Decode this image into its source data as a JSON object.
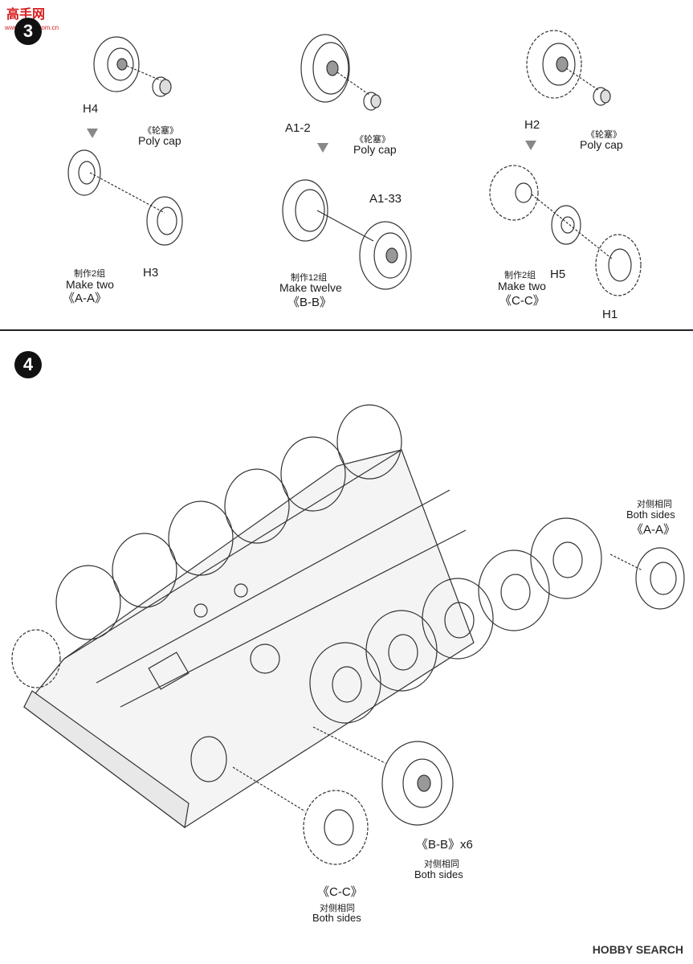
{
  "watermark": {
    "text": "高手网",
    "sub": "www.5ddm.com.cn"
  },
  "step3": {
    "number": "3",
    "group_a": {
      "part_top": "H4",
      "cap_cn": "《轮塞》",
      "cap_en": "Poly cap",
      "part_bottom": "H3",
      "make_cn": "制作2组",
      "make_en": "Make two",
      "tag": "《A-A》"
    },
    "group_b": {
      "part_top": "A1-2",
      "cap_cn": "《轮塞》",
      "cap_en": "Poly cap",
      "part_bottom": "A1-33",
      "make_cn": "制作12组",
      "make_en": "Make twelve",
      "tag": "《B-B》"
    },
    "group_c": {
      "part_top": "H2",
      "cap_cn": "《轮塞》",
      "cap_en": "Poly cap",
      "part_mid": "H5",
      "part_bottom": "H1",
      "make_cn": "制作2组",
      "make_en": "Make two",
      "tag": "《C-C》"
    }
  },
  "step4": {
    "number": "4",
    "callout_aa": {
      "cn": "对侧相同",
      "en": "Both sides",
      "tag": "《A-A》"
    },
    "callout_bb": {
      "tag": "《B-B》x6",
      "cn": "对侧相同",
      "en": "Both sides"
    },
    "callout_cc": {
      "tag": "《C-C》",
      "cn": "对侧相同",
      "en": "Both sides"
    }
  },
  "footer": {
    "brand": "HOBBY SEARCH"
  }
}
